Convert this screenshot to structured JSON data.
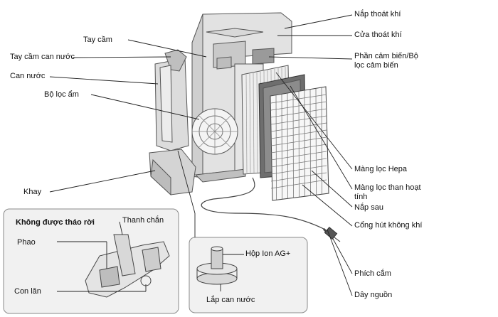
{
  "labels": {
    "exhaust_cover": "Nắp thoát khí",
    "exhaust_outlet": "Cửa thoát khí",
    "sensor": "Phần cảm biến/Bộ lọc cảm biến",
    "hepa_filter": "Màng lọc Hepa",
    "carbon_filter": "Màng lọc than hoạt tính",
    "back_cover": "Nắp sau",
    "air_inlet": "Cổng hút không khí",
    "power_plug": "Phích cắm",
    "power_cord": "Dây nguồn",
    "handle": "Tay cầm",
    "tank_handle": "Tay cầm can nước",
    "water_tank": "Can nước",
    "humidifier_filter": "Bộ lọc ẩm",
    "tray": "Khay",
    "not_removable": "Không được tháo rời",
    "guard_bar": "Thanh chắn",
    "float": "Phao",
    "roller": "Con lăn",
    "ion_box": "Hộp Ion AG+",
    "tank_cap": "Lắp can nước"
  }
}
